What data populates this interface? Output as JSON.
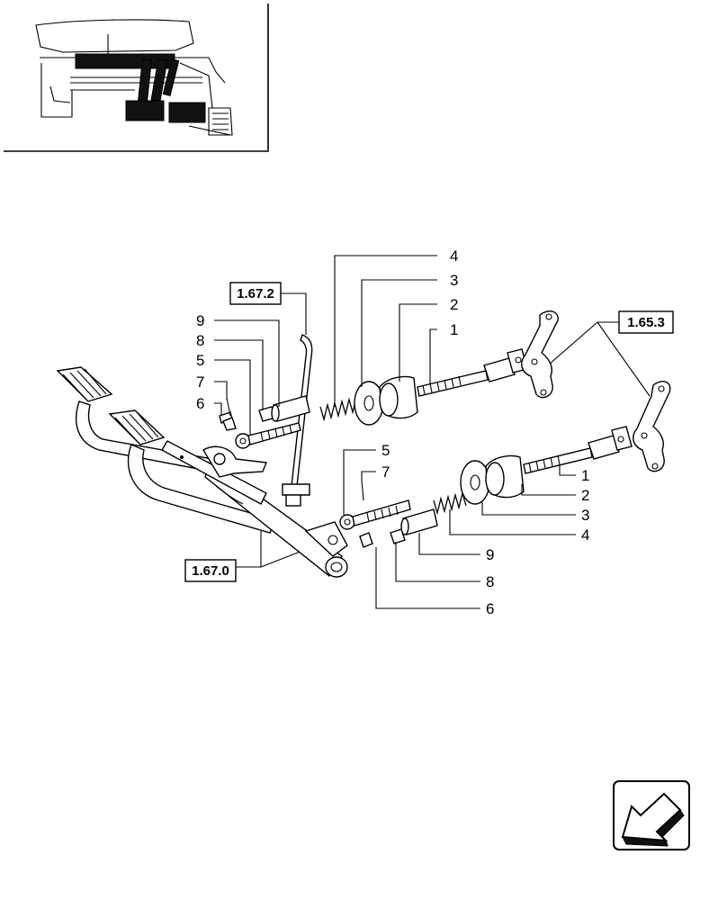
{
  "callouts": {
    "upper": {
      "n1": "1",
      "n2": "2",
      "n3": "3",
      "n4": "4",
      "n5": "5",
      "n6": "6",
      "n7": "7",
      "n8": "8",
      "n9": "9"
    },
    "lower": {
      "n1": "1",
      "n2": "2",
      "n3": "3",
      "n4": "4",
      "n5": "5",
      "n6": "6",
      "n7": "7",
      "n8": "8",
      "n9": "9"
    }
  },
  "references": {
    "r1672": "1.67.2",
    "r1653": "1.65.3",
    "r1670": "1.67.0"
  },
  "icons": {
    "nav": "arrow-back-down-left-icon"
  }
}
